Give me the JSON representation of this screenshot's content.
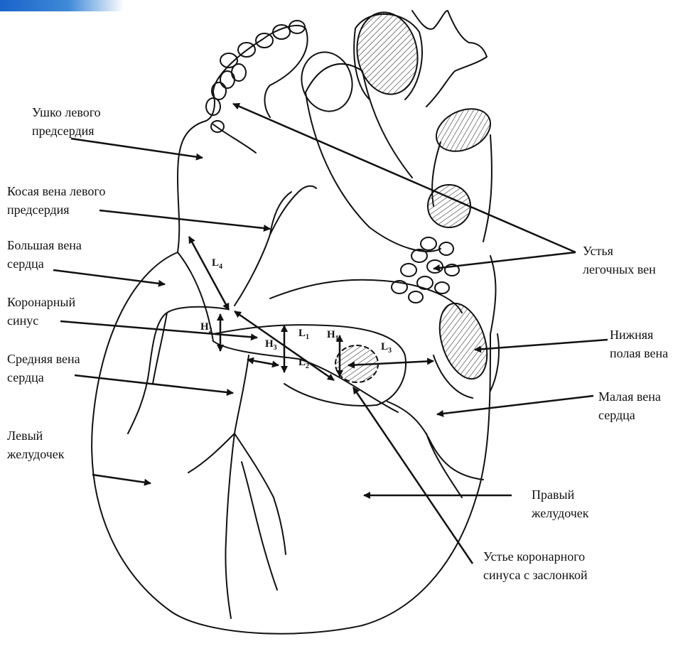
{
  "colors": {
    "ink": "#111111",
    "banner": "#2e77d0",
    "paper": "#ffffff"
  },
  "labels": {
    "left_atrial_appendage": [
      "Ушко левого",
      "предсердия"
    ],
    "oblique_vein": [
      "Косая вена левого",
      "предсердия"
    ],
    "great_cardiac_vein": [
      "Большая вена",
      "сердца"
    ],
    "coronary_sinus": [
      "Коронарный",
      "синус"
    ],
    "middle_cardiac_vein": [
      "Средняя вена",
      "сердца"
    ],
    "left_ventricle": [
      "Левый",
      "желудочек"
    ],
    "pulmonary_vein_ostia": [
      "Устья",
      "легочных вен"
    ],
    "inferior_vena_cava": [
      "Нижняя",
      "полая вена"
    ],
    "small_cardiac_vein": [
      "Малая вена",
      "сердца"
    ],
    "right_ventricle": [
      "Правый",
      "желудочек"
    ],
    "cs_ostium": [
      "Устье коронарного",
      "синуса с заслонкой"
    ]
  },
  "dimensions": {
    "L4": {
      "base": "L",
      "sub": "4"
    },
    "H2": {
      "base": "H",
      "sub": "2"
    },
    "H3": {
      "base": "H",
      "sub": "3"
    },
    "L1": {
      "base": "L",
      "sub": "1"
    },
    "H1": {
      "base": "H",
      "sub": "1"
    },
    "L2": {
      "base": "L",
      "sub": "2"
    },
    "L3": {
      "base": "L",
      "sub": "3"
    }
  }
}
